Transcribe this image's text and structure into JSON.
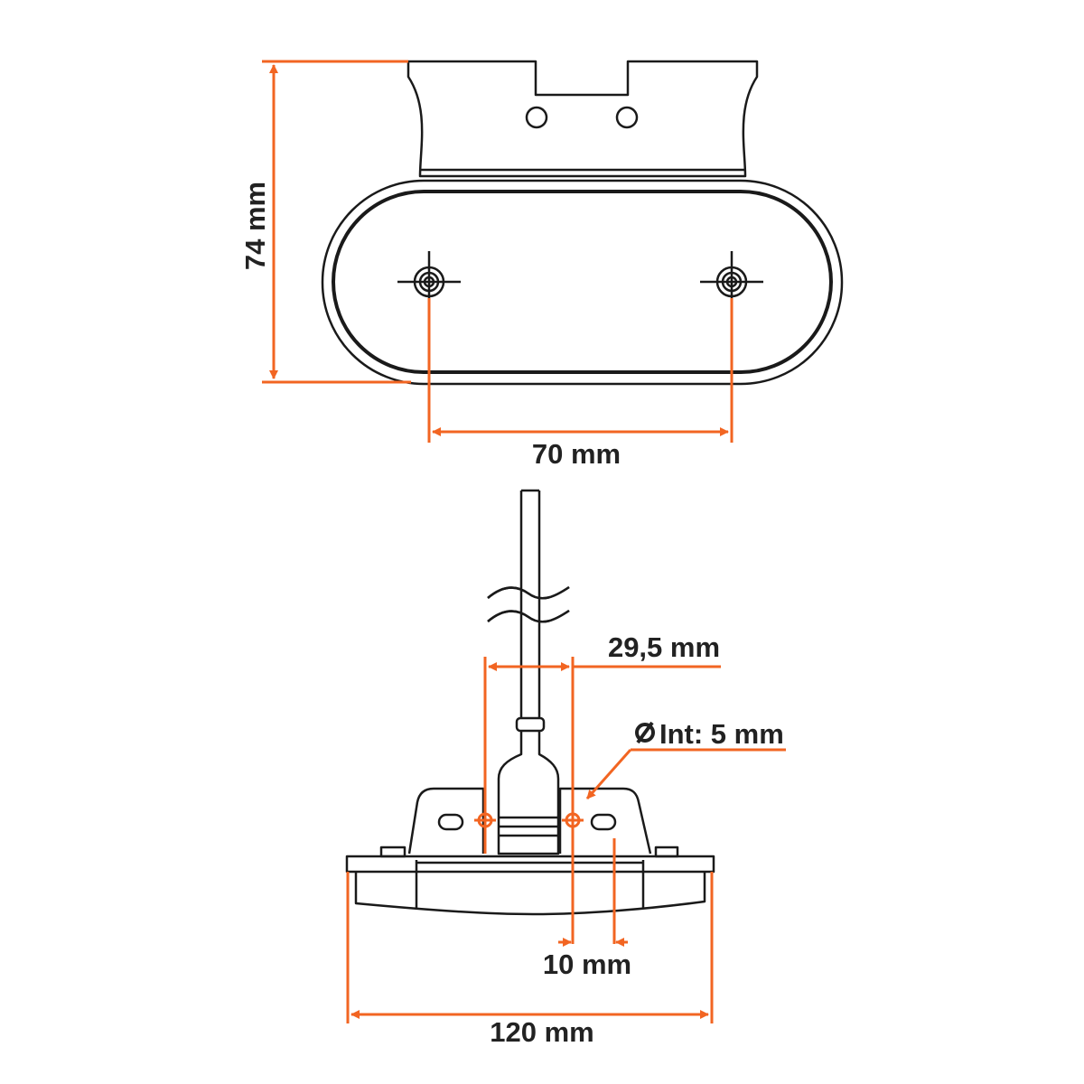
{
  "colors": {
    "dimension": "#f26522",
    "outline": "#1a1a1a"
  },
  "top_view": {
    "height_label": "74 mm",
    "hole_spacing_label": "70 mm"
  },
  "side_view": {
    "bracket_hole_spacing_label": "29,5 mm",
    "hole_diameter_label": "Int: 5 mm",
    "hole_diameter_symbol": "diameter-icon",
    "slot_offset_label": "10 mm",
    "total_width_label": "120 mm"
  }
}
